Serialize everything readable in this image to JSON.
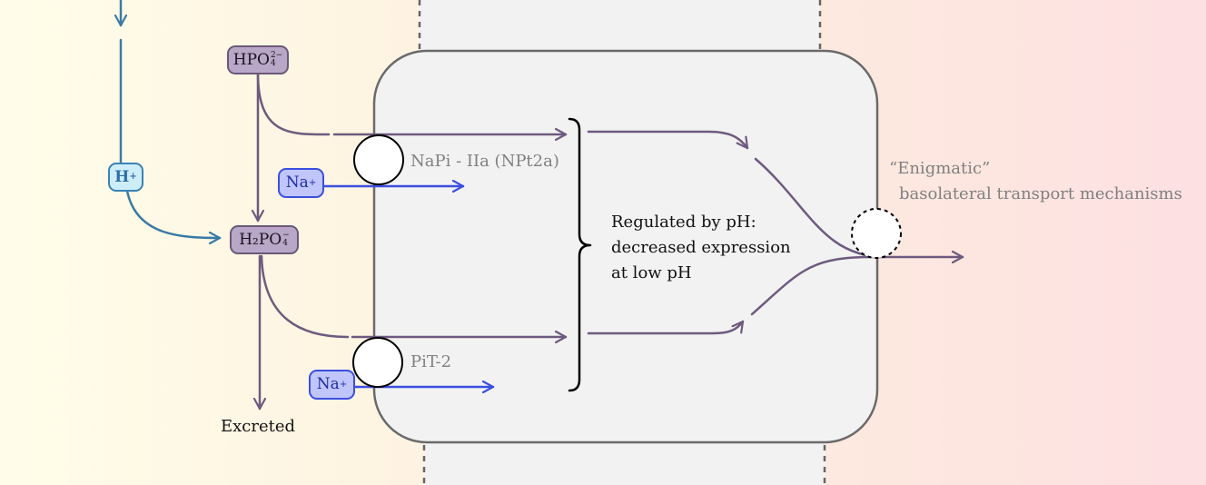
{
  "species": {
    "hpo4": {
      "base": "HPO",
      "sub": "4",
      "charge": "2−"
    },
    "h2po4": {
      "base": "H₂PO",
      "sub": "4",
      "charge": "−"
    },
    "h_ion": {
      "base": "H",
      "charge": "+"
    },
    "na_top": {
      "base": "Na",
      "charge": "+"
    },
    "na_bottom": {
      "base": "Na",
      "charge": "+"
    }
  },
  "transporters": {
    "napi": "NaPi - IIa (NPt2a)",
    "pit": "PiT-2"
  },
  "regulation": {
    "line1": "Regulated by pH:",
    "line2": "decreased expression",
    "line3": "at low pH"
  },
  "basolateral": {
    "line1": "“Enigmatic”",
    "line2": "basolateral transport mechanisms"
  },
  "excreted": "Excreted",
  "colors": {
    "phosphate_path": "#6e5a7e",
    "sodium_path": "#3b4fe0",
    "proton_path": "#3b7aa6",
    "cell_fill": "#f2f2f2",
    "cell_border": "#6a6a6a"
  }
}
